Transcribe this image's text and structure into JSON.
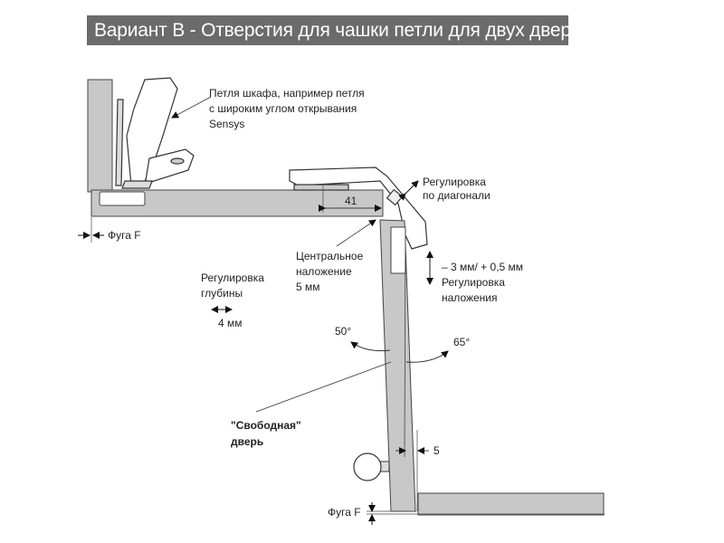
{
  "title": "Вариант B - Отверстия для чашки петли для двух дверей",
  "labels": {
    "hinge_line1": "Петля шкафа, например петля",
    "hinge_line2": "с широким углом открывания",
    "hinge_line3": "Sensys",
    "dim_41": "41",
    "diag_line1": "Регулировка",
    "diag_line2": "по диагонали",
    "gap_top": "Фуга F",
    "overlay_line1": "Центральное",
    "overlay_line2": "наложение",
    "overlay_line3": "5 мм",
    "overlay_adj_line1": "– 3 мм/ + 0,5 мм",
    "overlay_adj_line2": "Регулировка",
    "overlay_adj_line3": "наложения",
    "depth_line1": "Регулировка",
    "depth_line2": "глубины",
    "depth_value": "4 мм",
    "angle_left": "50°",
    "angle_right": "65°",
    "free_door_line1": "\"Свободная\"",
    "free_door_line2": "дверь",
    "dim_5": "5",
    "gap_bottom": "Фуга F"
  },
  "colors": {
    "panel": "#c8c8c8",
    "title_bg": "#6b6b6b",
    "line": "#333333"
  }
}
